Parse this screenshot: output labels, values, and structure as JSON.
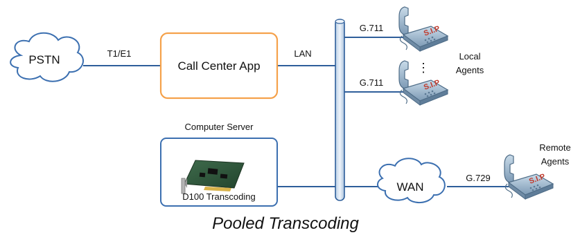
{
  "nodes": {
    "pstn": "PSTN",
    "call_center_app": "Call Center App",
    "computer_server_title": "Computer Server",
    "transcoding_card": "D100 Transcoding",
    "wan": "WAN"
  },
  "links": {
    "t1e1": "T1/E1",
    "lan": "LAN",
    "g711_top": "G.711",
    "g711_bottom": "G.711",
    "g729": "G.729"
  },
  "agents": {
    "local_line1": "Local",
    "local_line2": "Agents",
    "remote_line1": "Remote",
    "remote_line2": "Agents",
    "ellipsis": "⋮",
    "phone_badge": "S.I.P"
  },
  "caption": "Pooled Transcoding",
  "colors": {
    "app_box": "#f5a14a",
    "server_box": "#3b6fb0",
    "cloud": "#3b6fb0",
    "bus_fill": "#d9e6f3",
    "link_line": "#2e5e9a",
    "phone_body": "#9fb8d0",
    "phone_badge": "#c0392b"
  },
  "icons": [
    "cloud-icon",
    "sip-phone-icon",
    "pci-card-icon"
  ]
}
